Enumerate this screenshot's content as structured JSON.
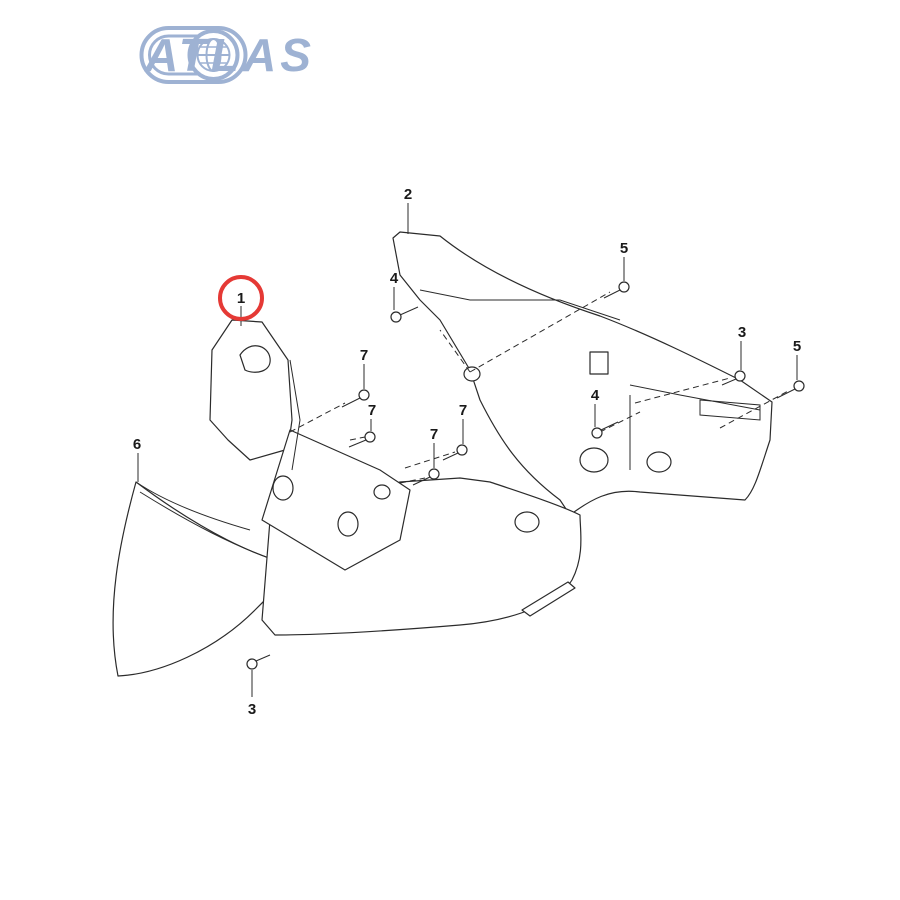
{
  "brand": {
    "name": "ATLAS",
    "color": "#9eb2d3"
  },
  "diagram": {
    "highlight_color": "#e53935",
    "highlighted_callout": "1",
    "callouts": {
      "c1": "1",
      "c2": "2",
      "c3a": "3",
      "c3b": "3",
      "c4a": "4",
      "c4b": "4",
      "c5a": "5",
      "c5b": "5",
      "c6": "6",
      "c7a": "7",
      "c7b": "7",
      "c7c": "7",
      "c7d": "7"
    }
  }
}
